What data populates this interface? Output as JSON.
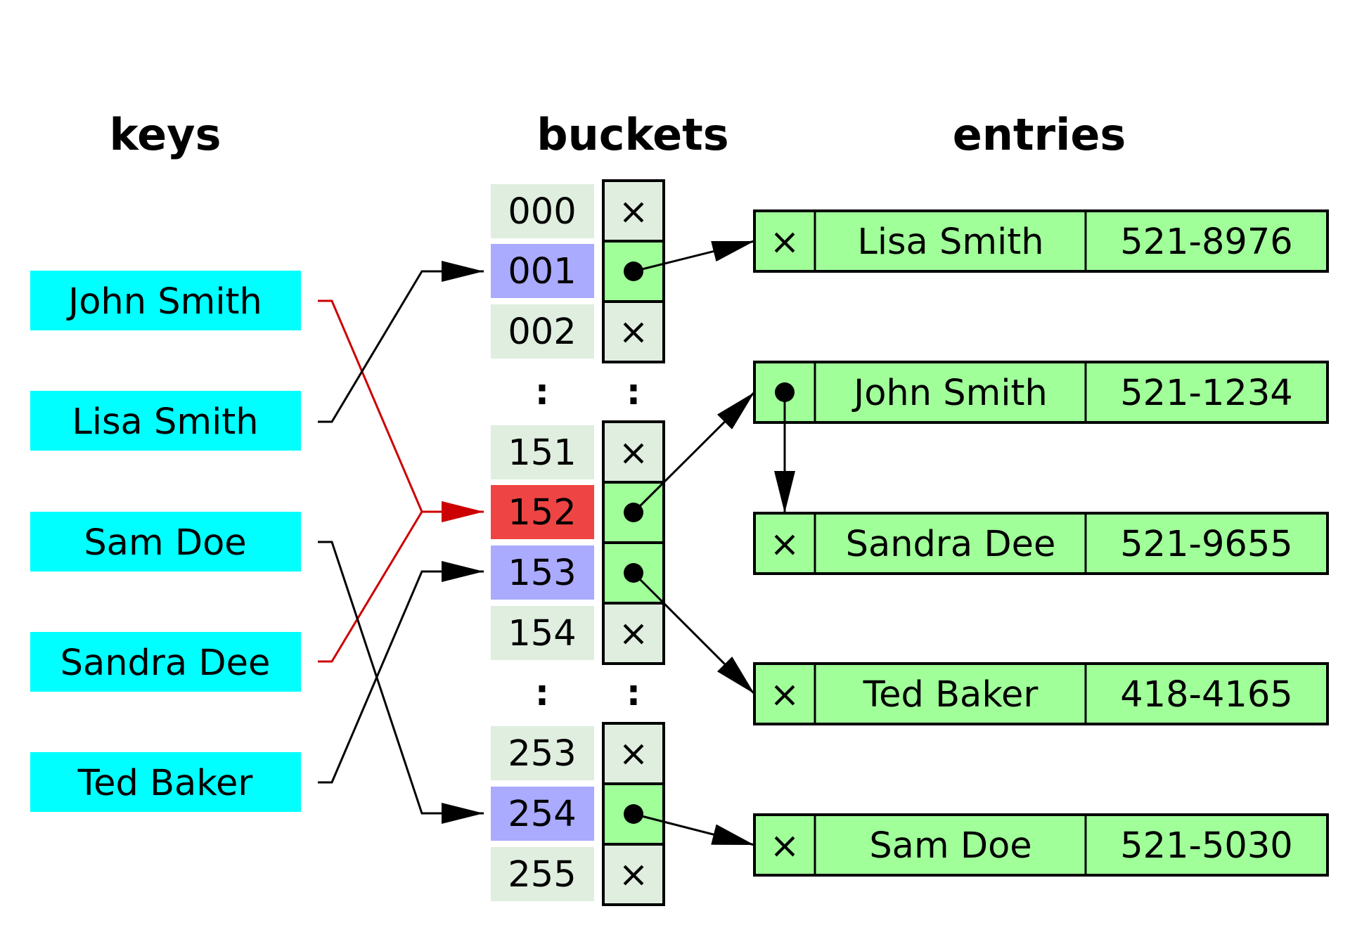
{
  "headers": {
    "keys": "keys",
    "buckets": "buckets",
    "entries": "entries"
  },
  "keys": [
    {
      "label": "John Smith",
      "bucket": "152"
    },
    {
      "label": "Lisa Smith",
      "bucket": "001"
    },
    {
      "label": "Sam Doe",
      "bucket": "254"
    },
    {
      "label": "Sandra Dee",
      "bucket": "152"
    },
    {
      "label": "Ted Baker",
      "bucket": "153"
    }
  ],
  "buckets": [
    {
      "index": "000",
      "slot": "×",
      "state": "empty"
    },
    {
      "index": "001",
      "slot": "●",
      "state": "used"
    },
    {
      "index": "002",
      "slot": "×",
      "state": "empty"
    },
    {
      "ellipsis": ":"
    },
    {
      "index": "151",
      "slot": "×",
      "state": "empty"
    },
    {
      "index": "152",
      "slot": "●",
      "state": "collision"
    },
    {
      "index": "153",
      "slot": "●",
      "state": "used"
    },
    {
      "index": "154",
      "slot": "×",
      "state": "empty"
    },
    {
      "ellipsis": ":"
    },
    {
      "index": "253",
      "slot": "×",
      "state": "empty"
    },
    {
      "index": "254",
      "slot": "●",
      "state": "used"
    },
    {
      "index": "255",
      "slot": "×",
      "state": "empty"
    }
  ],
  "entries": [
    {
      "next": "×",
      "name": "Lisa Smith",
      "phone": "521-8976"
    },
    {
      "next": "●",
      "name": "John Smith",
      "phone": "521-1234"
    },
    {
      "next": "×",
      "name": "Sandra Dee",
      "phone": "521-9655"
    },
    {
      "next": "×",
      "name": "Ted Baker",
      "phone": "418-4165"
    },
    {
      "next": "×",
      "name": "Sam Doe",
      "phone": "521-5030"
    }
  ],
  "colors": {
    "key_fill": "#00ffff",
    "bucket_index_fill": "#dfeedf",
    "bucket_used_fill": "#aaaaff",
    "bucket_collision_fill": "#ee4444",
    "slot_empty_fill": "#dfeedf",
    "slot_used_fill": "#a0ff99",
    "entry_fill": "#a0ff99",
    "link_color": "#000000",
    "collision_link_color": "#cc0000"
  }
}
